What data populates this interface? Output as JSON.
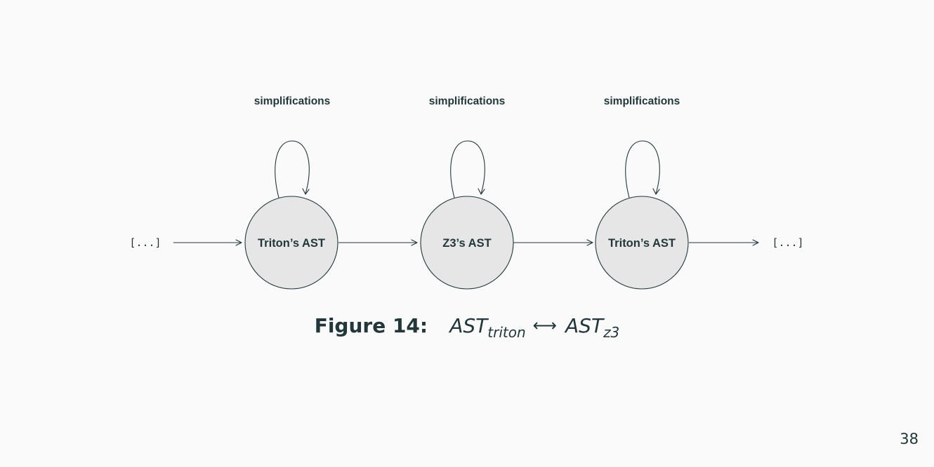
{
  "diagram": {
    "entry_label": "[...]",
    "exit_label": "[...]",
    "nodes": [
      {
        "label": "Triton’s AST",
        "loop_label": "simplifications"
      },
      {
        "label": "Z3’s AST",
        "loop_label": "simplifications"
      },
      {
        "label": "Triton’s AST",
        "loop_label": "simplifications"
      }
    ]
  },
  "caption": {
    "prefix": "Figure 14:",
    "left_term": "AST",
    "left_subscript": "triton",
    "arrow": "⟷",
    "right_term": "AST",
    "right_subscript": "z3"
  },
  "page_number": "38",
  "colors": {
    "text": "#23373b",
    "node_fill": "#e6e6e6",
    "background": "#fafafa"
  }
}
